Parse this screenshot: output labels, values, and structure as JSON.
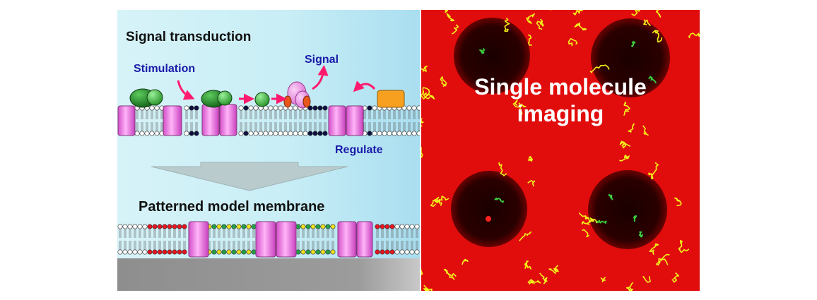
{
  "left": {
    "title_top": "Signal transduction",
    "stimulation": "Stimulation",
    "signal": "Signal",
    "regulate": "Regulate",
    "title_bottom": "Patterned model membrane"
  },
  "right": {
    "caption_line1": "Single molecule",
    "caption_line2": "imaging"
  },
  "colors": {
    "receptor": "#f08ce8",
    "ligand": "#2fa52f",
    "messenger": "#3ecb3e",
    "kinase": "#f7a020",
    "arrow": "#ff1a6e",
    "substrate": "#9a9a9a",
    "background_red": "#e10c0c",
    "track_yellow": "#f2f21a",
    "track_green": "#3ccf3c"
  }
}
